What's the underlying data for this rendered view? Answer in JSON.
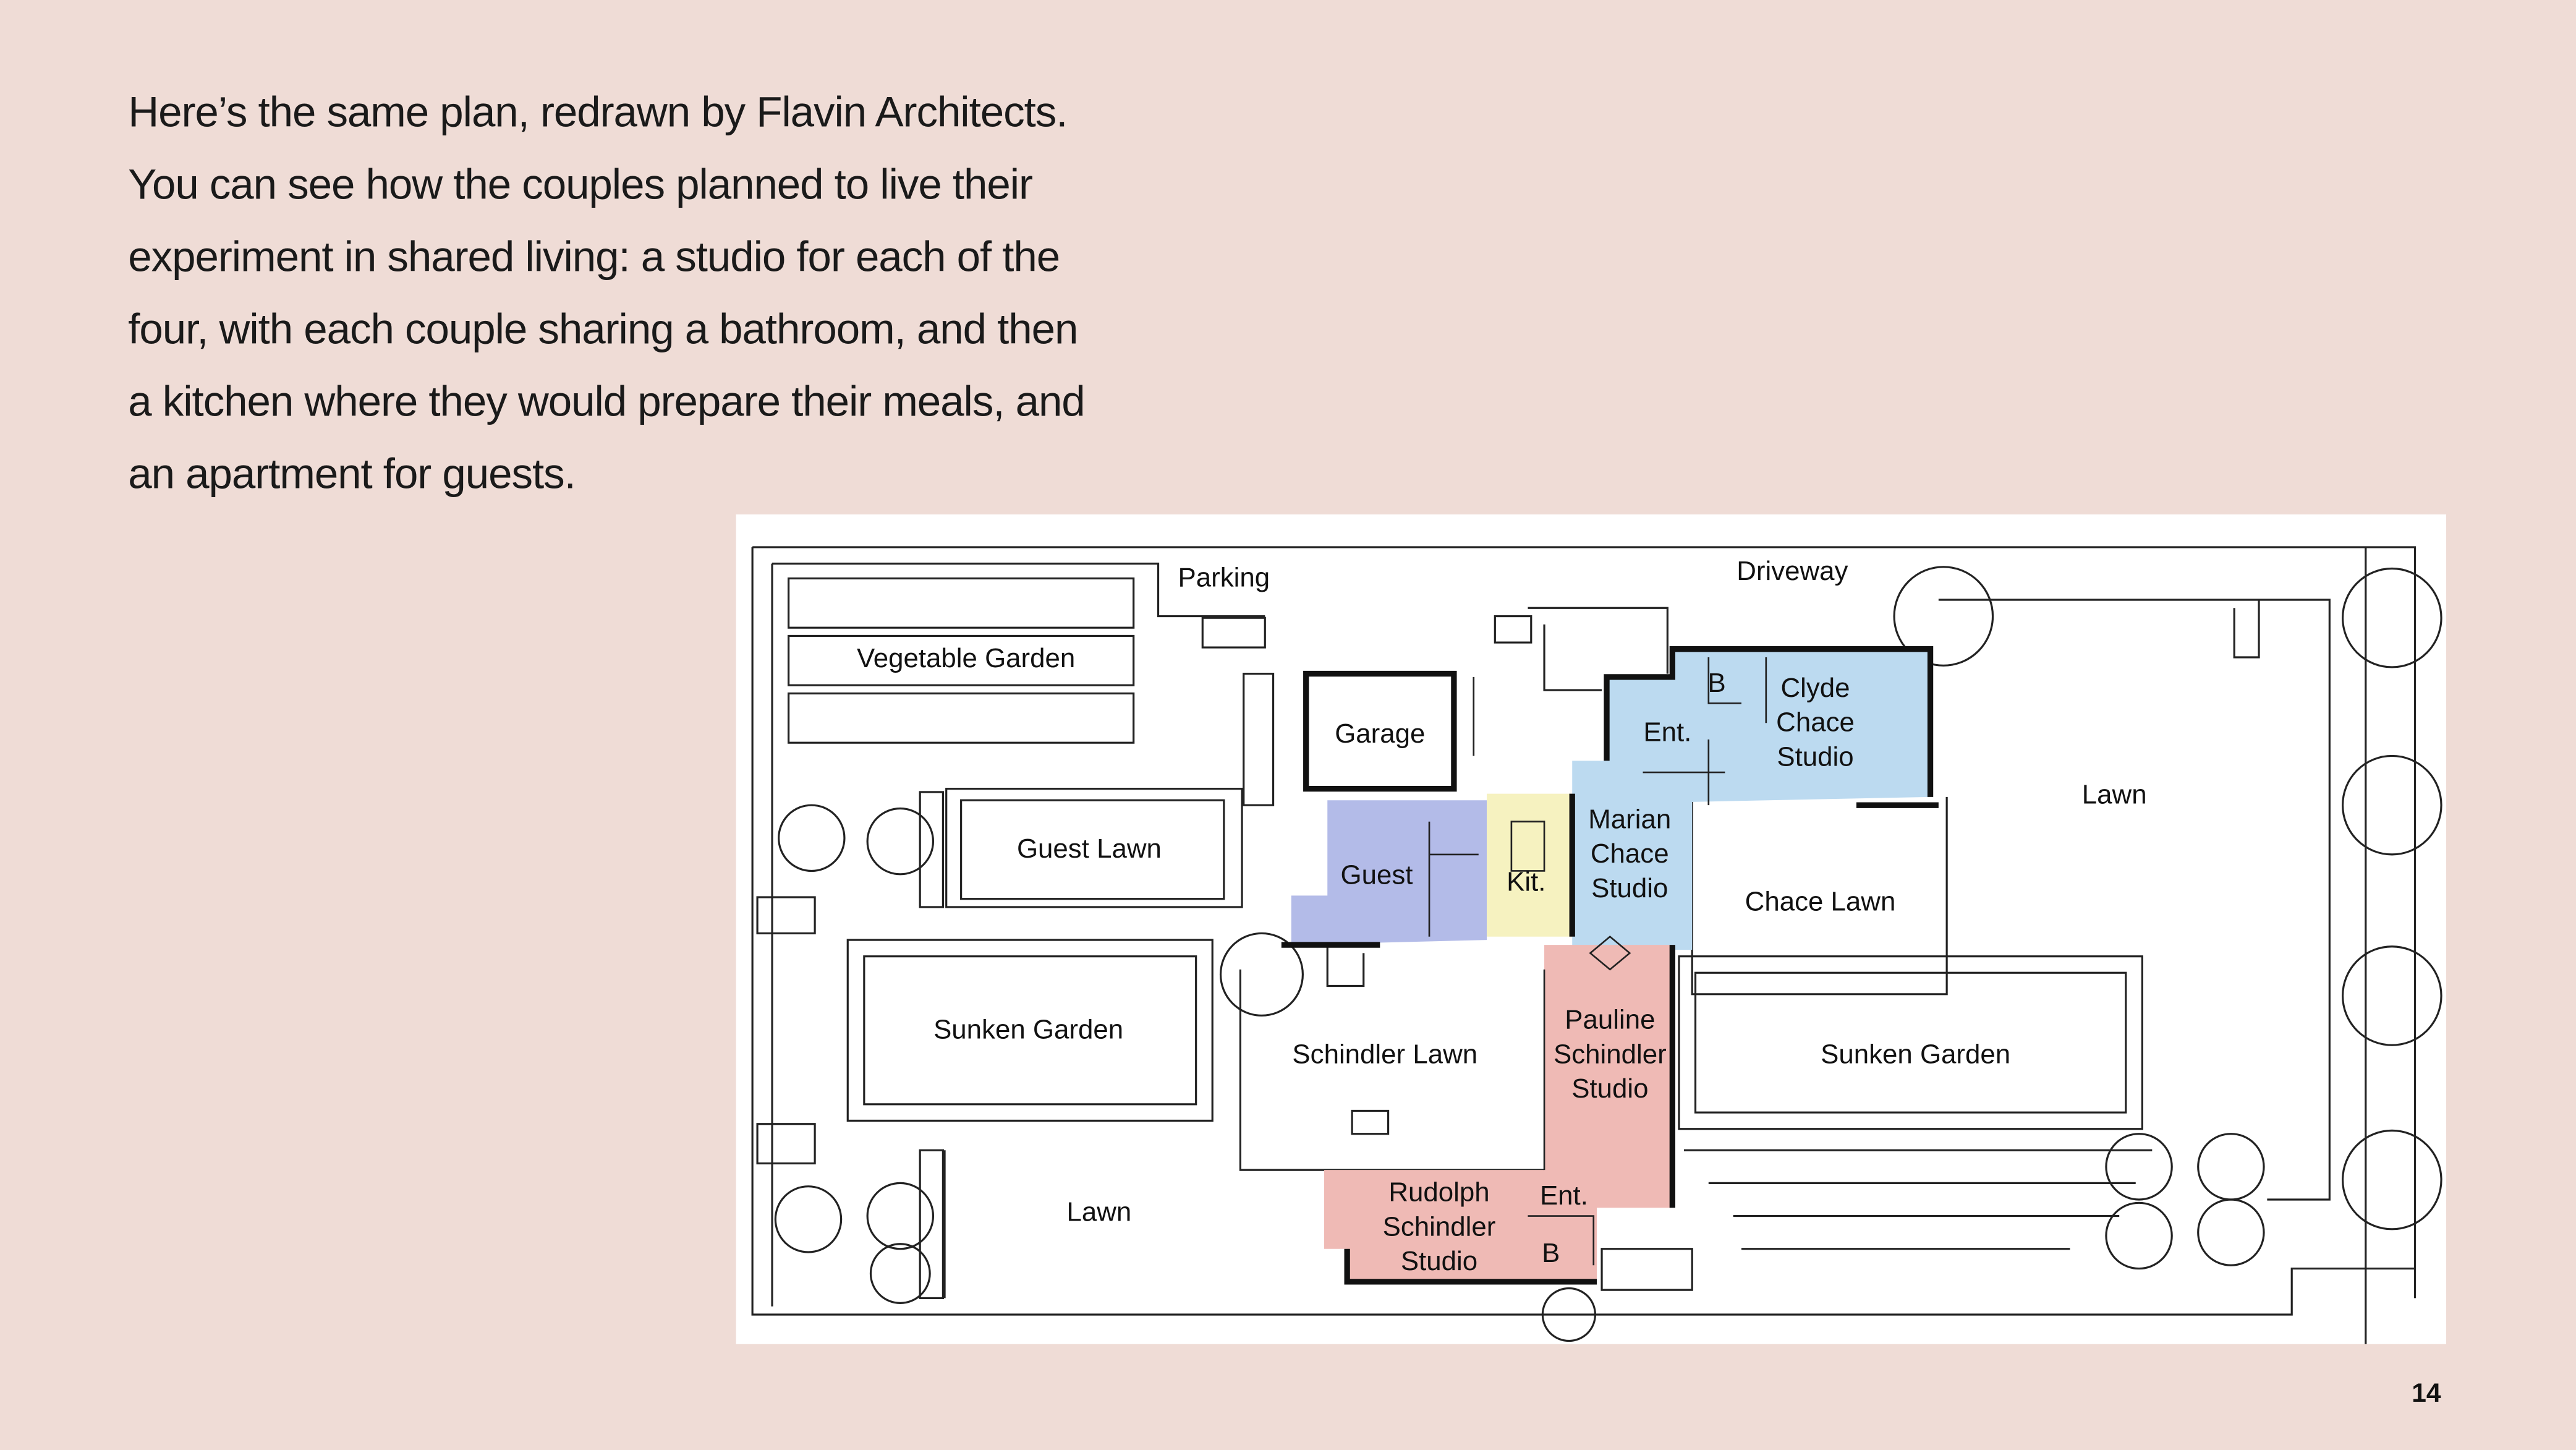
{
  "intro": {
    "lines": [
      "Here’s the same plan, redrawn by Flavin Architects.",
      "You can see how the couples planned to live their",
      "experiment in shared living: a studio for each of the",
      "four, with each couple sharing a bathroom, and then",
      "a kitchen where they would prepare their meals, and",
      "an apartment for guests."
    ]
  },
  "plan": {
    "colors": {
      "guest": "#b3bbe8",
      "kitchen": "#f6f2c0",
      "chace": "#bcdaf0",
      "schindler": "#efbab5"
    },
    "labels": {
      "parking": "Parking",
      "driveway": "Driveway",
      "vegetable_garden": "Vegetable Garden",
      "garage": "Garage",
      "clyde_ent": "Ent.",
      "clyde_bath": "B",
      "clyde_studio": [
        "Clyde",
        "Chace",
        "Studio"
      ],
      "lawn_east": "Lawn",
      "guest_lawn": "Guest Lawn",
      "guest": "Guest",
      "kitchen": "Kit.",
      "marian_studio": [
        "Marian",
        "Chace",
        "Studio"
      ],
      "chace_lawn": "Chace Lawn",
      "sunken_garden_west": "Sunken Garden",
      "schindler_lawn": "Schindler Lawn",
      "pauline_studio": [
        "Pauline",
        "Schindler",
        "Studio"
      ],
      "sunken_garden_east": "Sunken Garden",
      "lawn_west": "Lawn",
      "rudolph_studio": [
        "Rudolph",
        "Schindler",
        "Studio"
      ],
      "schindler_ent": "Ent.",
      "schindler_bath": "B"
    }
  },
  "page_number": "14"
}
